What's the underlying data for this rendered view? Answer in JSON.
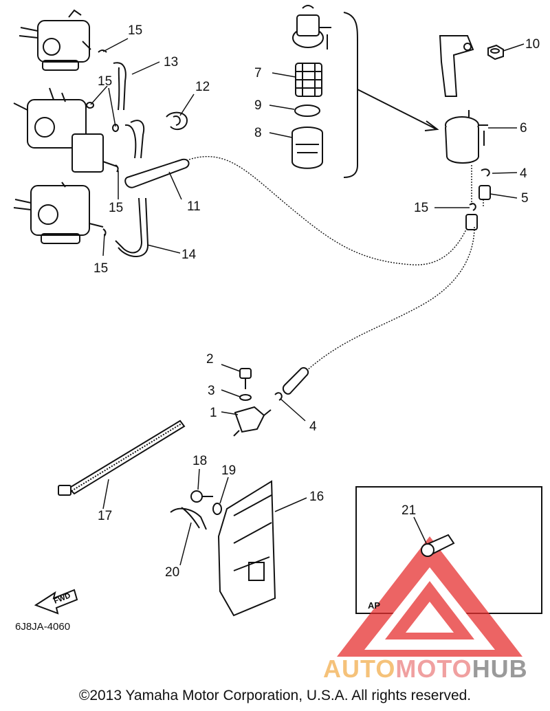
{
  "diagram": {
    "code": "6J8JA-4060",
    "fwd_label": "FWD",
    "ap_label": "AP",
    "callouts": [
      {
        "id": "c1",
        "text": "1"
      },
      {
        "id": "c2",
        "text": "2"
      },
      {
        "id": "c3",
        "text": "3"
      },
      {
        "id": "c4a",
        "text": "4"
      },
      {
        "id": "c4b",
        "text": "4"
      },
      {
        "id": "c5",
        "text": "5"
      },
      {
        "id": "c6",
        "text": "6"
      },
      {
        "id": "c7",
        "text": "7"
      },
      {
        "id": "c8",
        "text": "8"
      },
      {
        "id": "c9",
        "text": "9"
      },
      {
        "id": "c10",
        "text": "10"
      },
      {
        "id": "c11",
        "text": "11"
      },
      {
        "id": "c12",
        "text": "12"
      },
      {
        "id": "c13",
        "text": "13"
      },
      {
        "id": "c14",
        "text": "14"
      },
      {
        "id": "c15a",
        "text": "15"
      },
      {
        "id": "c15b",
        "text": "15"
      },
      {
        "id": "c15c",
        "text": "15"
      },
      {
        "id": "c15d",
        "text": "15"
      },
      {
        "id": "c15e",
        "text": "15"
      },
      {
        "id": "c16",
        "text": "16"
      },
      {
        "id": "c17",
        "text": "17"
      },
      {
        "id": "c18",
        "text": "18"
      },
      {
        "id": "c19",
        "text": "19"
      },
      {
        "id": "c20",
        "text": "20"
      },
      {
        "id": "c21",
        "text": "21"
      }
    ]
  },
  "watermark": {
    "part1": "AUTO",
    "part2": "MOTO",
    "part3": "HUB",
    "color1": "#f5c27a",
    "color2": "#f0a0a0",
    "color3": "#9a9a9a",
    "triangle_color": "#e53030"
  },
  "footer": {
    "copyright": "©2013 Yamaha Motor Corporation, U.S.A. All rights reserved."
  }
}
